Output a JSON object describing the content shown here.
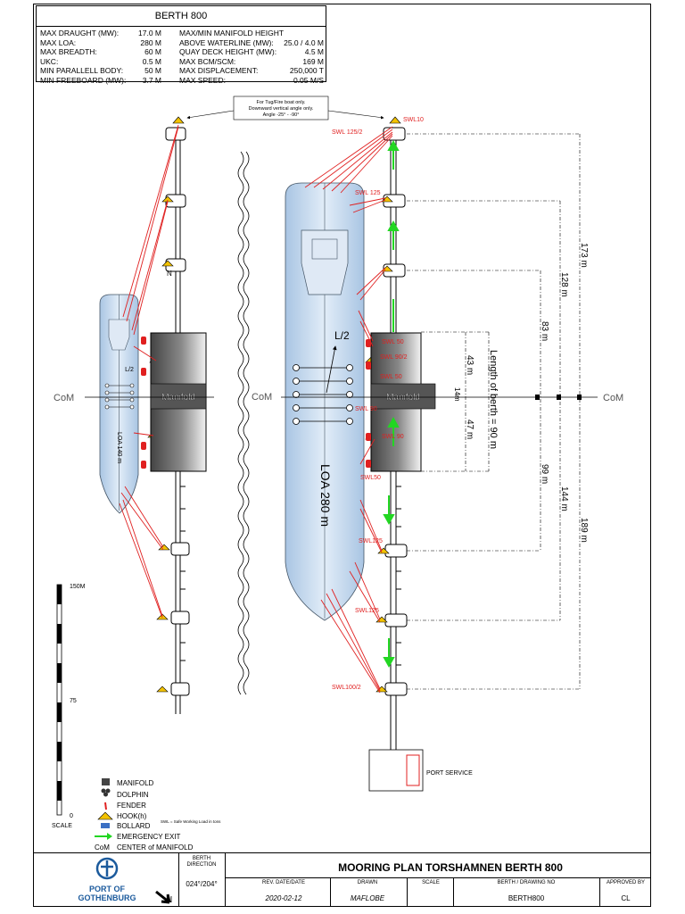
{
  "berth_spec": {
    "title": "BERTH 800",
    "left_rows": [
      {
        "label": "MAX DRAUGHT (MW):",
        "value": "17.0 M"
      },
      {
        "label": "MAX LOA:",
        "value": "280 M"
      },
      {
        "label": "MAX BREADTH:",
        "value": "60 M"
      },
      {
        "label": "UKC:",
        "value": "0.5 M"
      },
      {
        "label": "MIN PARALLELL BODY:",
        "value": "50 M"
      },
      {
        "label": "MIN FREEBOARD (MW):",
        "value": "3.7 M"
      }
    ],
    "right_rows": [
      {
        "label": "MAX/MIN MANIFOLD HEIGHT",
        "value": ""
      },
      {
        "label": "ABOVE WATERLINE (MW):",
        "value": "25.0 / 4.0 M"
      },
      {
        "label": "QUAY DECK HEIGHT (MW):",
        "value": "4.5 M"
      },
      {
        "label": "MAX BCM/SCM:",
        "value": "169 M"
      },
      {
        "label": "MAX DISPLACEMENT:",
        "value": "250,000 T"
      },
      {
        "label": "MAX SPEED:",
        "value": "0.05 M/S"
      }
    ]
  },
  "notes": {
    "tug_note": [
      "For Tug/Fire boat only.",
      "Downward vertical angle only.",
      "Angle -25° - -90°"
    ]
  },
  "diagram_labels": {
    "com_left": "CoM",
    "com_mid": "CoM",
    "com_right": "CoM",
    "manifold_small": "Manifold",
    "manifold_large": "Manifold",
    "loa_small": "LOA 140 m",
    "loa_large": "LOA 280 m",
    "half_small": "L/2",
    "half_large": "L/2",
    "port_service": "PORT SERVICE",
    "north": "N",
    "swl_labels": [
      "SWL10",
      "SWL 125/2",
      "SWL 125",
      "SWL 50",
      "SWL 90/2",
      "SWL 50",
      "SWL 90",
      "SWL 90",
      "SWL50",
      "SWL125",
      "SWL125",
      "SWL100/2"
    ],
    "dim_173": "173 m",
    "dim_128": "128 m",
    "dim_83": "83 m",
    "dim_43": "43 m",
    "dim_14": "14m",
    "dim_47": "47 m",
    "dim_berth": "Length of berth = 90 m",
    "dim_99": "99 m",
    "dim_144": "144 m",
    "dim_189": "189 m"
  },
  "scale": {
    "top": "150M",
    "mid": "75",
    "bottom": "0",
    "label": "SCALE"
  },
  "legend": {
    "items": [
      {
        "icon": "manifold-icon",
        "label": "MANIFOLD"
      },
      {
        "icon": "dolphin-icon",
        "label": "DOLPHIN"
      },
      {
        "icon": "fender-icon",
        "label": "FENDER"
      },
      {
        "icon": "hook-icon",
        "label": "HOOK(h)"
      },
      {
        "icon": "bollard-icon",
        "label": "BOLLARD"
      },
      {
        "icon": "emergency-exit-icon",
        "label": "EMERGENCY EXIT"
      },
      {
        "icon": "com-icon",
        "label": "CENTER of MANIFOLD"
      }
    ],
    "swl_note": "SWL = Safe Working Load in tons",
    "com_symbol": "CoM"
  },
  "title_block": {
    "logo_line1": "PORT OF",
    "logo_line2": "GOTHENBURG",
    "berth_direction_label": "BERTH DIRECTION",
    "berth_direction_value": "024°/204°",
    "title": "MOORING PLAN TORSHAMNEN BERTH 800",
    "rev_label": "REV. DATE/DATE",
    "rev_value": "2020-02-12",
    "drawn_label": "DRAWN",
    "drawn_value": "MAFLOBE",
    "scale_label": "SCALE",
    "scale_value": "",
    "drawing_label": "BERTH / DRAWING NO",
    "drawing_value": "BERTH800",
    "approved_label": "APPROVED BY",
    "approved_value": "CL"
  },
  "colors": {
    "ship_fill": "#c9dcef",
    "mooring_line": "#e02020",
    "exit_arrow": "#22d622",
    "logo_blue": "#1b5a9c"
  }
}
